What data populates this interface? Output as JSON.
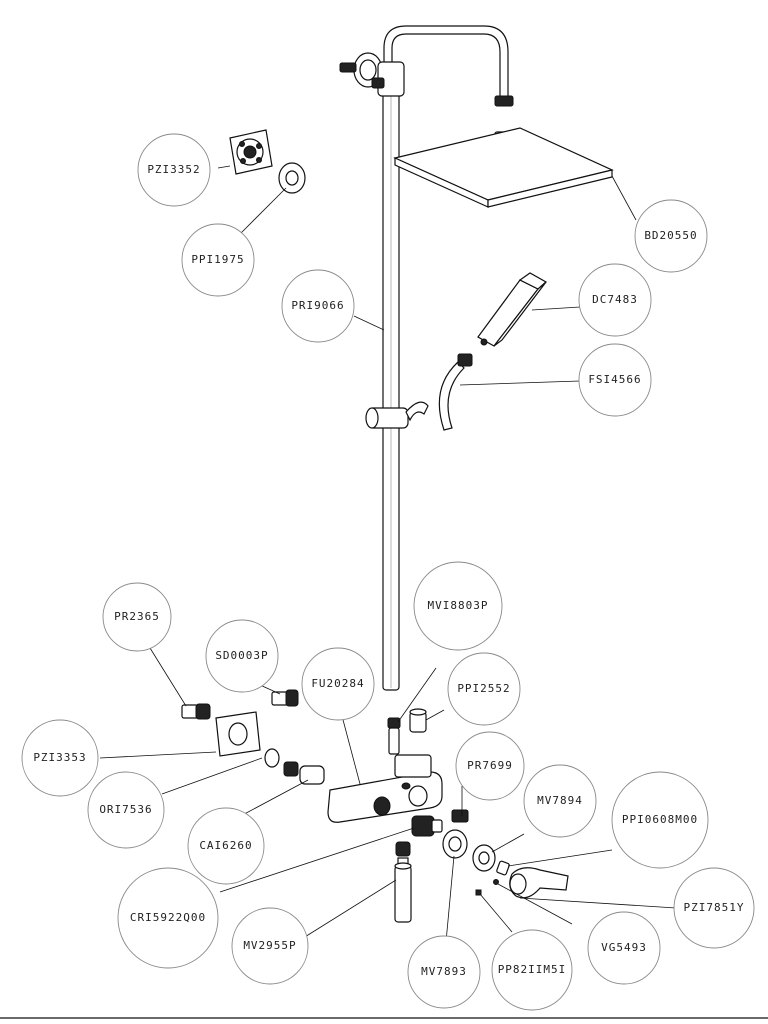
{
  "labels": {
    "PZI3352": "PZI3352",
    "PPI1975": "PPI1975",
    "PRI9066": "PRI9066",
    "BD20550": "BD20550",
    "DC7483": "DC7483",
    "FSI4566": "FSI4566",
    "MVI8803P": "MVI8803P",
    "PR2365": "PR2365",
    "SD0003P": "SD0003P",
    "FU20284": "FU20284",
    "PPI2552": "PPI2552",
    "PZI3353": "PZI3353",
    "PR7699": "PR7699",
    "ORI7536": "ORI7536",
    "MV7894": "MV7894",
    "PPI0608M00": "PPI0608M00",
    "CAI6260": "CAI6260",
    "CRI5922Q00": "CRI5922Q00",
    "PZI7851Y": "PZI7851Y",
    "MV2955P": "MV2955P",
    "MV7893": "MV7893",
    "PP82IIM5I": "PP82IIM5I",
    "VG5493": "VG5493"
  }
}
